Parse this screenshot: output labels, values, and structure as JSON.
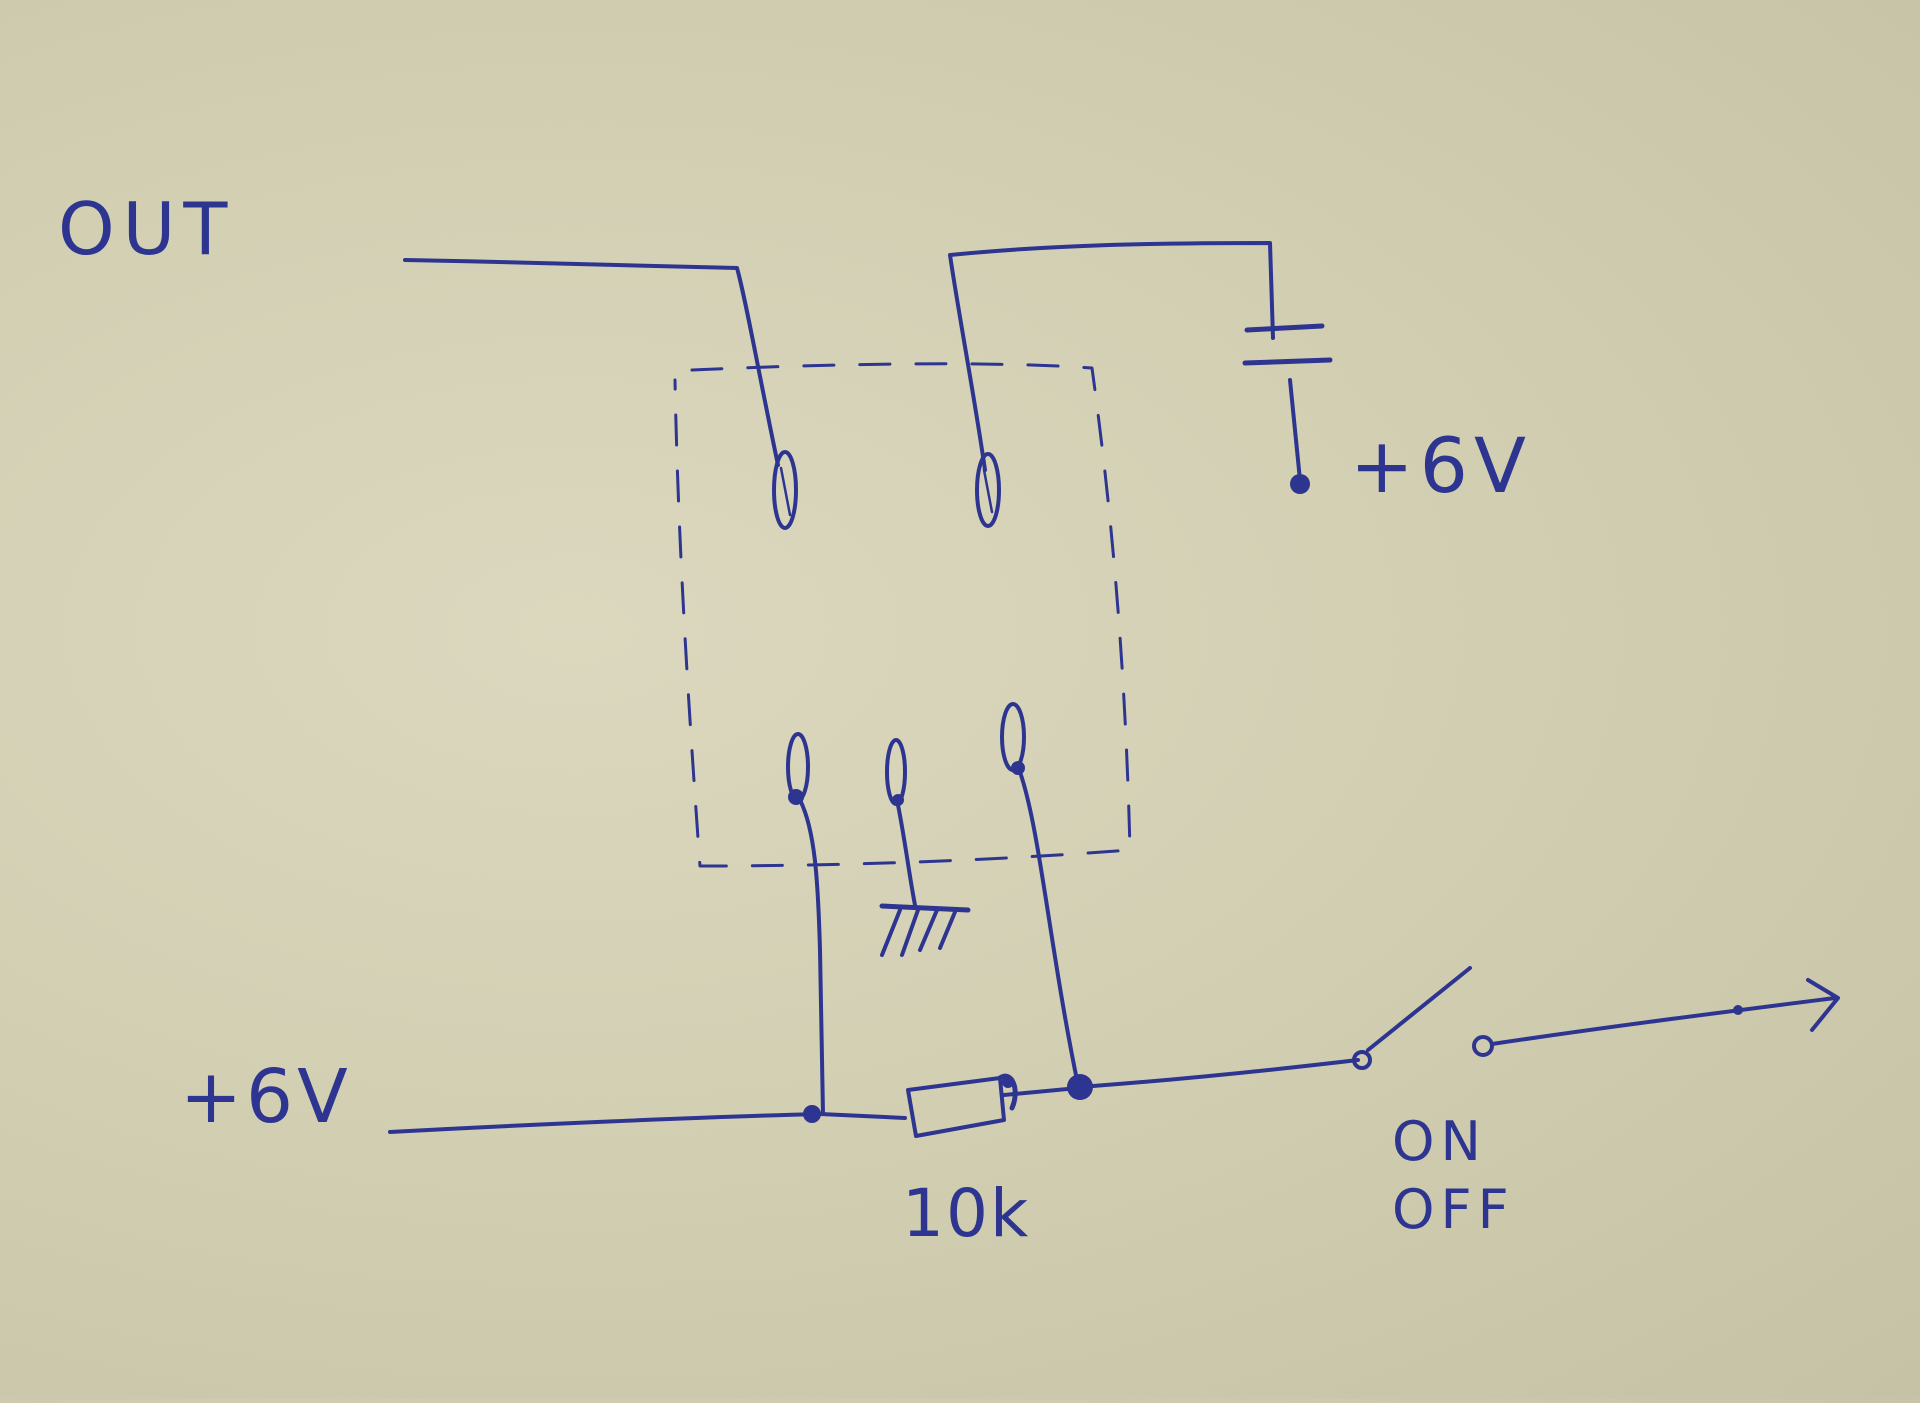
{
  "colors": {
    "paper": "#d6d2b8",
    "ink": "#2d3590"
  },
  "labels": {
    "out": "OUT",
    "battery_voltage": "+6V",
    "supply_voltage": "+6V",
    "resistor_value": "10k",
    "switch_on": "ON",
    "switch_off": "OFF"
  },
  "icons": {
    "ground": "ground-symbol-icon",
    "battery": "battery-symbol-icon",
    "switch": "switch-symbol-icon",
    "arrow": "arrow-right-icon"
  }
}
